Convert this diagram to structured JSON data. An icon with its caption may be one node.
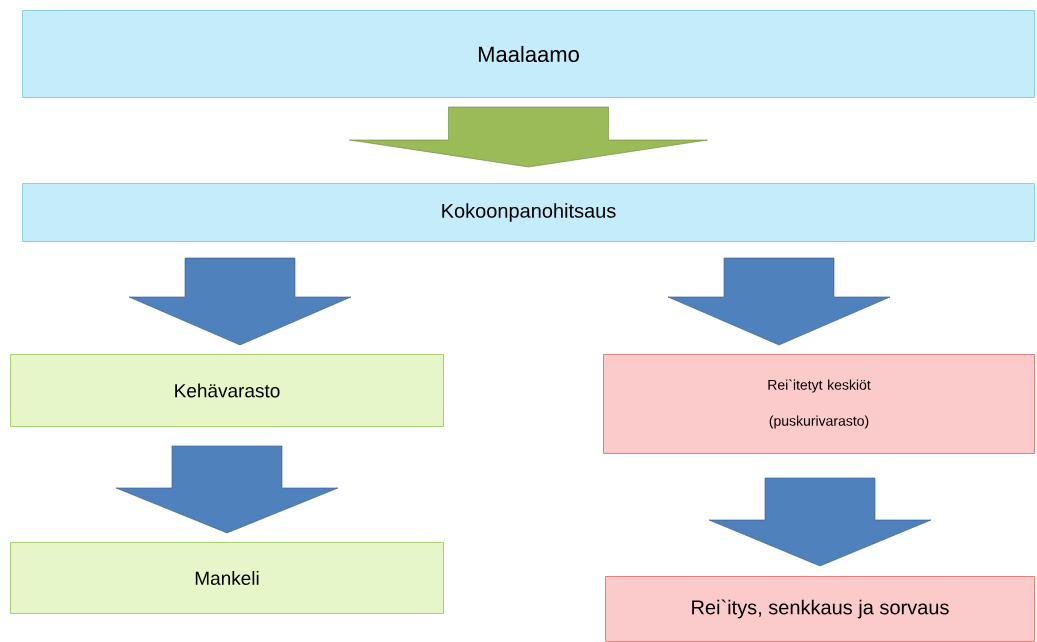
{
  "diagram": {
    "nodes": [
      {
        "text": [
          "Maalaamo"
        ]
      },
      {
        "text": [
          "Kokoonpanohitsaus"
        ]
      },
      {
        "text": [
          "Kehävarasto"
        ]
      },
      {
        "text": [
          "Rei`itetyt keskiöt (puskurivarasto)"
        ]
      },
      {
        "text": [
          "Mankeli"
        ]
      },
      {
        "text": [
          "Rei`itys, senkkaus ja sorvaus"
        ]
      }
    ],
    "edges": [
      {
        "from": 0,
        "to": 1,
        "arrow": "to",
        "color": "#9bbb59"
      },
      {
        "from": 1,
        "to": 2,
        "arrow": "to"
      },
      {
        "from": 1,
        "to": 3,
        "arrow": "to"
      },
      {
        "from": 2,
        "to": 4,
        "arrow": "to"
      },
      {
        "from": 3,
        "to": 5,
        "arrow": "to"
      }
    ]
  }
}
